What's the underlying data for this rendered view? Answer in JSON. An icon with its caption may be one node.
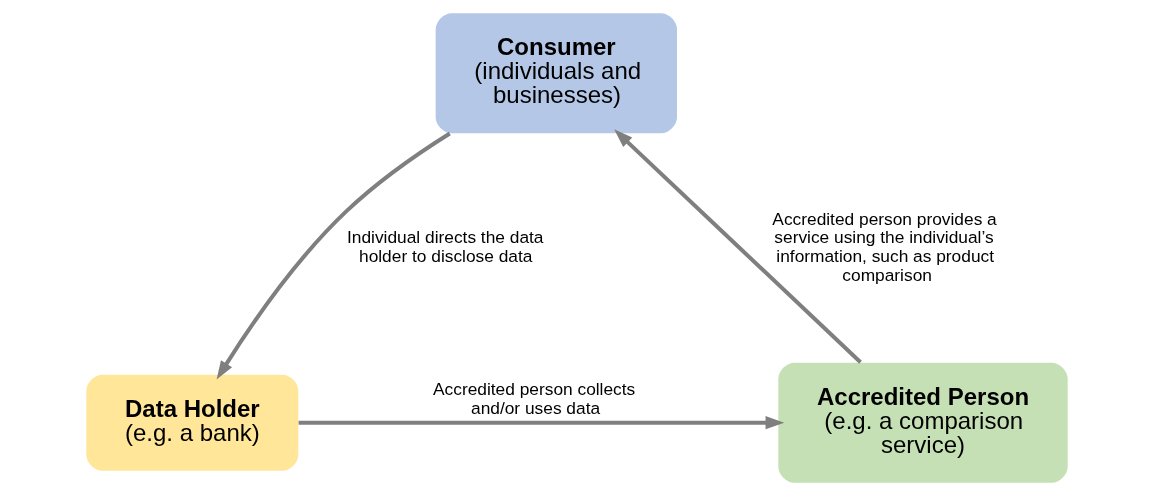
{
  "diagram": {
    "nodes": [
      {
        "text": [
          "Consumer",
          "(individuals and businesses)"
        ]
      },
      {
        "text": [
          "Data Holder",
          "(e.g. a bank)"
        ]
      },
      {
        "text": [
          "Accredited Person",
          "(e.g. a comparison service)"
        ]
      }
    ],
    "edges": [
      {
        "from": 0,
        "to": 1,
        "arrow": "to",
        "label": "Individual directs the data holder to disclose data"
      },
      {
        "from": 1,
        "to": 2,
        "arrow": "to",
        "label": "Accredited person collects and/or uses data"
      },
      {
        "from": 2,
        "to": 0,
        "arrow": "to",
        "label": "Accredited person provides a service using the individual’s information, such as product comparison"
      }
    ]
  }
}
